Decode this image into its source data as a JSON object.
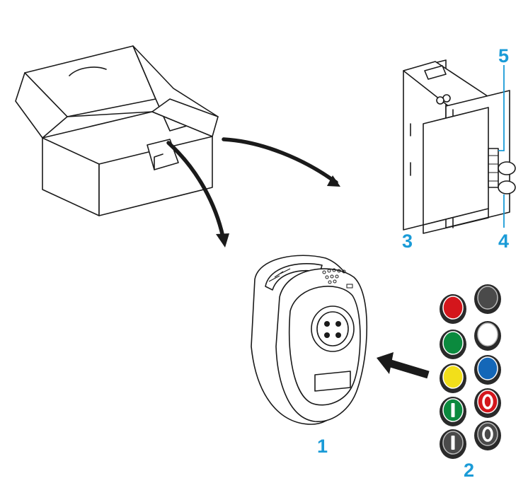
{
  "callouts": {
    "c1": "1",
    "c2": "2",
    "c3": "3",
    "c4": "4",
    "c5": "5"
  },
  "colors": {
    "callout": "#1a9bd7",
    "line": "#1a1a1a",
    "cap_red": "#d4161c",
    "cap_dark_grey": "#4a4a4a",
    "cap_green": "#0b8a3e",
    "cap_white": "#ffffff",
    "cap_yellow": "#f2df1a",
    "cap_blue": "#1467b8"
  },
  "caps": [
    {
      "color": "red",
      "symbol": "none"
    },
    {
      "color": "dark-grey",
      "symbol": "none"
    },
    {
      "color": "green",
      "symbol": "none"
    },
    {
      "color": "white",
      "symbol": "none"
    },
    {
      "color": "yellow",
      "symbol": "none"
    },
    {
      "color": "blue",
      "symbol": "none"
    },
    {
      "color": "green",
      "symbol": "I"
    },
    {
      "color": "red",
      "symbol": "O"
    },
    {
      "color": "dark-grey",
      "symbol": "I"
    },
    {
      "color": "dark-grey",
      "symbol": "O"
    }
  ]
}
